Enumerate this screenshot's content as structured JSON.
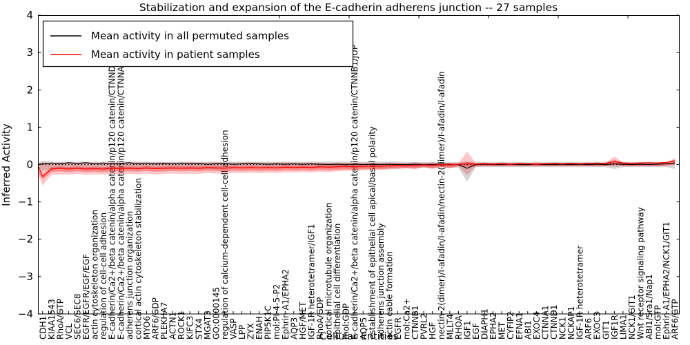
{
  "figure": {
    "title": "Stabilization and expansion of the E-cadherin adherens junction -- 27 samples",
    "xlabel": "Cellular Entities",
    "ylabel": "Inferred Activity"
  },
  "legend": {
    "entries": [
      {
        "label": "Mean activity in all permuted samples",
        "color": "#000000"
      },
      {
        "label": "Mean activity in patient samples",
        "color": "#ff0000"
      }
    ]
  },
  "chart_data": {
    "type": "line",
    "title": "Stabilization and expansion of the E-cadherin adherens junction -- 27 samples",
    "xlabel": "Cellular Entities",
    "ylabel": "Inferred Activity",
    "ylim": [
      -4,
      4
    ],
    "yticks": [
      "4",
      "3",
      "2",
      "1",
      "0",
      "−1",
      "−2",
      "−3",
      "−4"
    ],
    "ytick_values": [
      4,
      3,
      2,
      1,
      0,
      -1,
      -2,
      -3,
      -4
    ],
    "grid": false,
    "legend_position": "upper left",
    "zero_line": 0,
    "colors": {
      "permuted_line": "#000000",
      "patient_line": "#ff0000",
      "patient_band": "rgba(255,0,0,0.22)",
      "patient_band_inner": "rgba(255,0,0,0.30)",
      "permuted_band": "rgba(120,120,120,0.30)"
    },
    "categories": [
      "CDH1",
      "KIAA1543",
      "RhoA/GTP",
      "VCL",
      "SEC6/SEC8",
      "EGFR/EGFR/EGF/EGF",
      "actin cytoskeleton organization",
      "regulation of cell-cell adhesion",
      "E-cadherin/Ca2+/beta catenin/alpha catenin/p120 catenin/CTNND1/JUP",
      "E-cadherin/Ca2+/beta catenin/alpha catenin/p120 catenin/CTNNA1/JUP",
      "adherens junction organization",
      "cortical actin cytoskeleton stabilization",
      "MYO6",
      "ARF6/GDP",
      "PLEKHA7",
      "ACTN1",
      "ROCK1",
      "KIFC3",
      "STX4",
      "MGAT3",
      "GO:0000145",
      "regulation of calcium-dependent cell-cell adhesion",
      "VASP",
      "LPP",
      "ZYX",
      "ENAH",
      "PIP5K1C",
      "mol:PI-4-5-P2",
      "Ephrin A1/EPHA2",
      "AQP3",
      "HGF/MET",
      "IGF-1R heterotetramer/IGF1",
      "RhoA/GDP",
      "cortical microtubule organization",
      "epithelial cell differentiation",
      "mol:GDP",
      "E-cadherin/Ca2+/beta catenin/alpha catenin/p120 catenin/CTNNB1/JUP",
      "AQP5",
      "establishment of epithelial cell apical/basal polarity",
      "adherens junction assembly",
      "actin cable formation",
      "EGFR",
      "mol:Ca2+",
      "CTNNB1",
      "PVRL2",
      "HGF",
      "nectin-2(dimer)/I-afadin/I-afadin/nectin-2(dimer)/I-afadin/I-afadin",
      "MLLT4",
      "RHOA",
      "IGF1",
      "EGF",
      "DIAPH1",
      "EPHA2",
      "MET",
      "CYFIP2",
      "EFNA1",
      "ABI1",
      "EXOC4",
      "CTNNA1",
      "CTNND1",
      "NCK1",
      "NCKAP1",
      "IGF-1R heterotetramer",
      "ARF6",
      "EXOC3",
      "GIT1",
      "IGF1R",
      "LIMA1",
      "NCK1/GIT1",
      "Wnt receptor signaling pathway",
      "ABI1/Sra1/Nap1",
      "mol:GTP",
      "Ephrin A1/EPHA2/NCK1/GIT1",
      "ARF6/GTP"
    ],
    "series": [
      {
        "name": "Mean activity in all permuted samples",
        "values": [
          0.02,
          0.04,
          0.02,
          0.05,
          0.03,
          0.05,
          0.02,
          0.04,
          0.02,
          0.03,
          0.05,
          0.02,
          0.04,
          0.02,
          0.03,
          0.02,
          0.04,
          0.02,
          0.03,
          0.01,
          0.02,
          0.03,
          0.01,
          0.02,
          0.03,
          0.02,
          0.01,
          0.02,
          0.01,
          0.02,
          0.01,
          0.02,
          0.01,
          0.0,
          0.01,
          0.0,
          0.01,
          0.0,
          0.01,
          0.0,
          0.01,
          0.0,
          0.0,
          0.01,
          0.0,
          0.0,
          0.01,
          0.0,
          0.0,
          -0.1,
          0.0,
          0.01,
          0.0,
          0.0,
          0.01,
          0.0,
          0.0,
          0.01,
          0.0,
          0.0,
          0.01,
          0.0,
          0.01,
          0.0,
          0.01,
          0.0,
          0.02,
          0.01,
          0.0,
          0.01,
          0.0,
          0.01,
          0.02,
          0.04
        ]
      },
      {
        "name": "Mean activity in patient samples",
        "values": [
          -0.32,
          -0.12,
          -0.1,
          -0.12,
          -0.1,
          -0.12,
          -0.11,
          -0.12,
          -0.1,
          -0.11,
          -0.1,
          -0.11,
          -0.09,
          -0.11,
          -0.1,
          -0.09,
          -0.1,
          -0.09,
          -0.1,
          -0.08,
          -0.09,
          -0.1,
          -0.08,
          -0.09,
          -0.08,
          -0.09,
          -0.08,
          -0.09,
          -0.07,
          -0.08,
          -0.07,
          -0.08,
          -0.06,
          -0.07,
          -0.06,
          -0.05,
          -0.06,
          -0.05,
          -0.04,
          -0.05,
          -0.03,
          -0.02,
          -0.03,
          -0.02,
          -0.01,
          -0.02,
          0.0,
          -0.01,
          0.01,
          0.02,
          0.01,
          0.02,
          0.01,
          0.02,
          0.01,
          0.02,
          0.02,
          0.01,
          0.02,
          0.03,
          0.02,
          0.03,
          0.02,
          0.03,
          0.04,
          0.03,
          0.08,
          0.04,
          0.03,
          0.04,
          0.05,
          0.04,
          0.06,
          0.09
        ]
      }
    ],
    "bands": {
      "patient_upper": [
        0.06,
        0.05,
        0.05,
        0.06,
        0.05,
        0.06,
        0.05,
        0.05,
        0.06,
        0.05,
        0.05,
        0.06,
        0.05,
        0.05,
        0.06,
        0.05,
        0.05,
        0.06,
        0.05,
        0.05,
        0.06,
        0.05,
        0.05,
        0.05,
        0.06,
        0.05,
        0.05,
        0.05,
        0.06,
        0.05,
        0.05,
        0.05,
        0.05,
        0.05,
        0.05,
        0.05,
        0.05,
        0.05,
        0.05,
        0.05,
        0.05,
        0.05,
        0.04,
        0.06,
        0.03,
        0.06,
        0.03,
        0.05,
        0.03,
        0.35,
        0.04,
        0.05,
        0.04,
        0.05,
        0.04,
        0.05,
        0.04,
        0.05,
        0.04,
        0.05,
        0.04,
        0.05,
        0.04,
        0.05,
        0.04,
        0.05,
        0.22,
        0.06,
        0.05,
        0.06,
        0.05,
        0.06,
        0.06,
        0.17
      ],
      "patient_lower": [
        -0.56,
        -0.28,
        -0.26,
        -0.27,
        -0.25,
        -0.27,
        -0.26,
        -0.27,
        -0.25,
        -0.26,
        -0.25,
        -0.26,
        -0.24,
        -0.26,
        -0.25,
        -0.24,
        -0.25,
        -0.24,
        -0.25,
        -0.23,
        -0.24,
        -0.24,
        -0.22,
        -0.23,
        -0.22,
        -0.23,
        -0.22,
        -0.22,
        -0.21,
        -0.21,
        -0.2,
        -0.21,
        -0.19,
        -0.2,
        -0.18,
        -0.17,
        -0.16,
        -0.15,
        -0.14,
        -0.14,
        -0.13,
        -0.12,
        -0.1,
        -0.13,
        -0.07,
        -0.12,
        -0.06,
        -0.1,
        -0.05,
        -0.28,
        -0.05,
        -0.04,
        -0.04,
        -0.04,
        -0.04,
        -0.04,
        -0.04,
        -0.04,
        -0.04,
        -0.04,
        -0.04,
        -0.04,
        -0.04,
        -0.04,
        -0.04,
        -0.04,
        -0.06,
        -0.04,
        -0.04,
        -0.04,
        -0.04,
        -0.04,
        -0.03,
        -0.02
      ],
      "permuted_upper": [
        0.1,
        0.08,
        0.08,
        0.08,
        0.08,
        0.08,
        0.08,
        0.08,
        0.08,
        0.08,
        0.08,
        0.08,
        0.08,
        0.08,
        0.08,
        0.08,
        0.08,
        0.08,
        0.08,
        0.08,
        0.08,
        0.08,
        0.08,
        0.08,
        0.08,
        0.08,
        0.08,
        0.08,
        0.08,
        0.08,
        0.08,
        0.08,
        0.08,
        0.08,
        0.08,
        0.08,
        0.08,
        0.08,
        0.08,
        0.08,
        0.08,
        0.08,
        0.07,
        0.07,
        0.07,
        0.07,
        0.07,
        0.07,
        0.07,
        0.08,
        0.07,
        0.07,
        0.07,
        0.07,
        0.07,
        0.07,
        0.07,
        0.07,
        0.07,
        0.07,
        0.07,
        0.07,
        0.07,
        0.07,
        0.07,
        0.07,
        0.09,
        0.07,
        0.07,
        0.07,
        0.07,
        0.07,
        0.08,
        0.12
      ],
      "permuted_lower": [
        -0.16,
        -0.12,
        -0.12,
        -0.12,
        -0.12,
        -0.12,
        -0.12,
        -0.12,
        -0.12,
        -0.12,
        -0.12,
        -0.12,
        -0.12,
        -0.12,
        -0.12,
        -0.12,
        -0.12,
        -0.12,
        -0.12,
        -0.12,
        -0.12,
        -0.1,
        -0.1,
        -0.1,
        -0.1,
        -0.1,
        -0.1,
        -0.1,
        -0.1,
        -0.1,
        -0.1,
        -0.1,
        -0.1,
        -0.1,
        -0.1,
        -0.1,
        -0.1,
        -0.1,
        -0.1,
        -0.1,
        -0.1,
        -0.08,
        -0.08,
        -0.08,
        -0.08,
        -0.08,
        -0.08,
        -0.08,
        -0.08,
        -0.46,
        -0.07,
        -0.07,
        -0.07,
        -0.07,
        -0.07,
        -0.07,
        -0.07,
        -0.07,
        -0.07,
        -0.07,
        -0.07,
        -0.07,
        -0.07,
        -0.07,
        -0.07,
        -0.07,
        -0.12,
        -0.07,
        -0.07,
        -0.07,
        -0.07,
        -0.07,
        -0.07,
        -0.12
      ]
    }
  }
}
